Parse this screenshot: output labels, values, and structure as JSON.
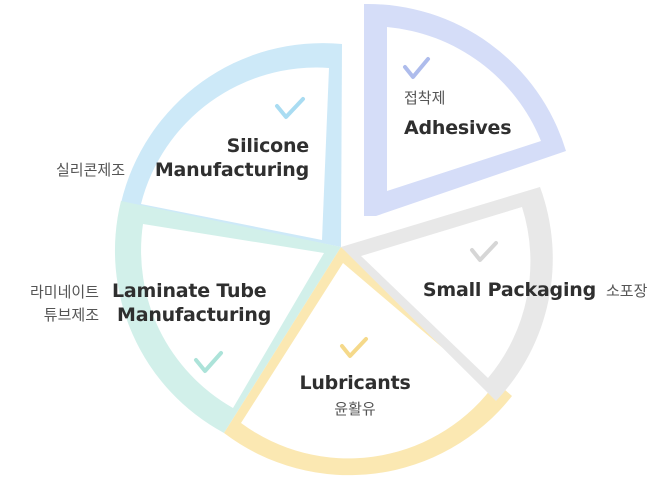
{
  "segments": [
    {
      "id": "silicone",
      "name_en": [
        "Silicone",
        "Manufacturing"
      ],
      "name_ko": "실리콘제조",
      "color": "#cde9f8",
      "check_color": "#a9dcf2"
    },
    {
      "id": "adhesives",
      "name_en": [
        "Adhesives"
      ],
      "name_ko": "접착제",
      "color": "#d5ddf8",
      "check_color": "#aebcec"
    },
    {
      "id": "small-packaging",
      "name_en": [
        "Small Packaging"
      ],
      "name_ko": "소포장",
      "color": "#e8e8e8",
      "check_color": "#d6d6d6"
    },
    {
      "id": "lubricants",
      "name_en": [
        "Lubricants"
      ],
      "name_ko": "윤활유",
      "color": "#fbe8b2",
      "check_color": "#f5d98a"
    },
    {
      "id": "laminate",
      "name_en": [
        "Laminate Tube",
        "Manufacturing"
      ],
      "name_ko": [
        "라미네이트",
        "튜브제조"
      ],
      "color": "#d2f0ea",
      "check_color": "#ace3d9"
    }
  ]
}
